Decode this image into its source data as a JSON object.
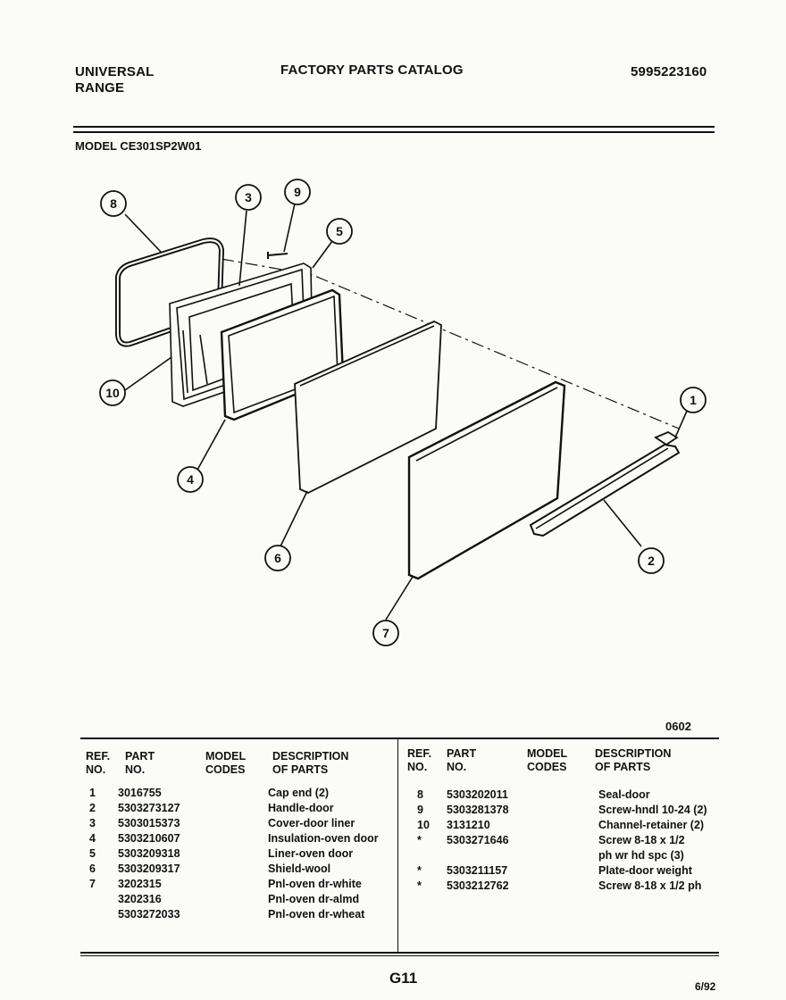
{
  "header": {
    "brand_line1": "UNIVERSAL",
    "brand_line2": "RANGE",
    "catalog_title": "FACTORY PARTS CATALOG",
    "catalog_number": "5995223160",
    "model": "MODEL CE301SP2W01"
  },
  "diagram": {
    "callouts": [
      "8",
      "3",
      "9",
      "5",
      "10",
      "4",
      "6",
      "1",
      "2",
      "7"
    ],
    "diagram_code": "0602"
  },
  "table": {
    "left_headers": {
      "ref": "REF.\nNO.",
      "part": "PART\nNO.",
      "model": "MODEL\nCODES",
      "desc": "DESCRIPTION\nOF PARTS"
    },
    "right_headers": {
      "ref": "REF.\nNO.",
      "part": "PART\nNO.",
      "model": "MODEL\nCODES",
      "desc": "DESCRIPTION\nOF PARTS"
    },
    "left_rows": [
      {
        "ref": "1",
        "part": "3016755",
        "desc": "Cap end (2)"
      },
      {
        "ref": "2",
        "part": "5303273127",
        "desc": "Handle-door"
      },
      {
        "ref": "3",
        "part": "5303015373",
        "desc": "Cover-door liner"
      },
      {
        "ref": "4",
        "part": "5303210607",
        "desc": "Insulation-oven door"
      },
      {
        "ref": "5",
        "part": "5303209318",
        "desc": "Liner-oven door"
      },
      {
        "ref": "6",
        "part": "5303209317",
        "desc": "Shield-wool"
      },
      {
        "ref": "7",
        "part": "3202315",
        "desc": "Pnl-oven dr-white"
      },
      {
        "ref": "",
        "part": "3202316",
        "desc": "Pnl-oven dr-almd"
      },
      {
        "ref": "",
        "part": "5303272033",
        "desc": "Pnl-oven dr-wheat"
      }
    ],
    "right_rows": [
      {
        "ref": "8",
        "part": "5303202011",
        "desc": "Seal-door"
      },
      {
        "ref": "9",
        "part": "5303281378",
        "desc": "Screw-hndl 10-24 (2)"
      },
      {
        "ref": "10",
        "part": "3131210",
        "desc": "Channel-retainer (2)"
      },
      {
        "ref": "*",
        "part": "5303271646",
        "desc": "Screw 8-18 x 1/2"
      },
      {
        "ref": "",
        "part": "",
        "desc": "ph wr hd spc  (3)"
      },
      {
        "ref": "*",
        "part": "5303211157",
        "desc": "Plate-door weight"
      },
      {
        "ref": "*",
        "part": "5303212762",
        "desc": "Screw 8-18 x 1/2 ph"
      }
    ]
  },
  "footer": {
    "page": "G11",
    "date": "6/92"
  }
}
